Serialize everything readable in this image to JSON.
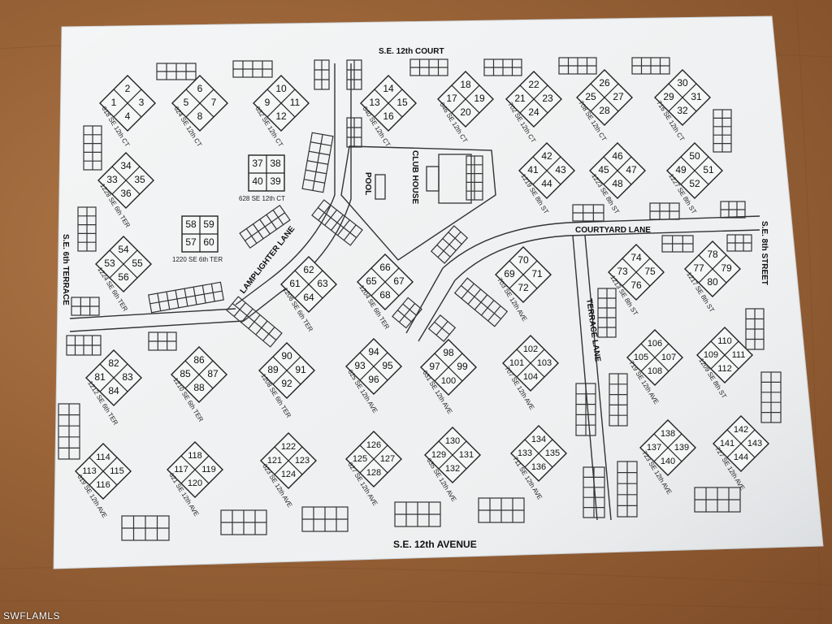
{
  "watermark": "SWFLAMLS",
  "streets": {
    "top": "S.E. 12th COURT",
    "bottom": "S.E. 12th AVENUE",
    "left": "S.E. 6th TERRACE",
    "right": "S.E. 8th STREET",
    "lamplighter": "LAMPLIGHTER LANE",
    "courtyard": "COURTYARD LANE",
    "terrace": "TERRACE LANE"
  },
  "amenities": {
    "club_house": "CLUB HOUSE",
    "pool": "POOL"
  },
  "buildings": [
    {
      "label": "618 SE 12th CT",
      "units": [
        "2",
        "1",
        "3",
        "4"
      ]
    },
    {
      "label": "624 SE 12th CT",
      "units": [
        "6",
        "5",
        "7",
        "8"
      ]
    },
    {
      "label": "632 SE 12th CT",
      "units": [
        "10",
        "9",
        "11",
        "12"
      ]
    },
    {
      "label": "640 SE 12th CT",
      "units": [
        "14",
        "13",
        "15",
        "16"
      ]
    },
    {
      "label": "646 SE 12th CT",
      "units": [
        "18",
        "17",
        "19",
        "20"
      ]
    },
    {
      "label": "702 SE 12th CT",
      "units": [
        "22",
        "21",
        "23",
        "24"
      ]
    },
    {
      "label": "708 SE 12th CT",
      "units": [
        "26",
        "25",
        "27",
        "28"
      ]
    },
    {
      "label": "716 SE 12th CT",
      "units": [
        "30",
        "29",
        "31",
        "32"
      ]
    },
    {
      "label": "1228 SE 6th TER",
      "units": [
        "34",
        "33",
        "35",
        "36"
      ]
    },
    {
      "label": "628 SE 12th CT",
      "units": [
        "37",
        "38",
        "40",
        "39"
      ]
    },
    {
      "label": "1219 SE 8th ST",
      "units": [
        "42",
        "41",
        "43",
        "44"
      ]
    },
    {
      "label": "1223 SE 8th ST",
      "units": [
        "46",
        "45",
        "47",
        "48"
      ]
    },
    {
      "label": "1227 SE 8th ST",
      "units": [
        "50",
        "49",
        "51",
        "52"
      ]
    },
    {
      "label": "1224 SE 6th TER",
      "units": [
        "54",
        "53",
        "55",
        "56"
      ]
    },
    {
      "label": "1220 SE 6th TER",
      "units": [
        "58",
        "59",
        "57",
        "60"
      ]
    },
    {
      "label": "1206 SE 6th TER",
      "units": [
        "62",
        "61",
        "63",
        "64"
      ]
    },
    {
      "label": "1204 SE 6th TER",
      "units": [
        "66",
        "65",
        "67",
        "68"
      ]
    },
    {
      "label": "703 SE 12th AVE",
      "units": [
        "70",
        "69",
        "71",
        "72"
      ]
    },
    {
      "label": "1213 SE 8th ST",
      "units": [
        "74",
        "73",
        "75",
        "76"
      ]
    },
    {
      "label": "1217 SE 8th ST",
      "units": [
        "78",
        "77",
        "79",
        "80"
      ]
    },
    {
      "label": "1212 SE 6th TER",
      "units": [
        "82",
        "81",
        "83",
        "84"
      ]
    },
    {
      "label": "1210 SE 6th TER",
      "units": [
        "86",
        "85",
        "87",
        "88"
      ]
    },
    {
      "label": "1208 SE 6th TER",
      "units": [
        "90",
        "89",
        "91",
        "92"
      ]
    },
    {
      "label": "625 SE 12th AVE",
      "units": [
        "94",
        "93",
        "95",
        "96"
      ]
    },
    {
      "label": "631 SE 12th AVE",
      "units": [
        "98",
        "97",
        "99",
        "100"
      ]
    },
    {
      "label": "707 SE 12th AVE",
      "units": [
        "102",
        "101",
        "103",
        "104"
      ]
    },
    {
      "label": "719 SE 12th AVE",
      "units": [
        "106",
        "105",
        "107",
        "108"
      ]
    },
    {
      "label": "1209 SE 8th ST",
      "units": [
        "110",
        "109",
        "111",
        "112"
      ]
    },
    {
      "label": "619 SE 12th AVE",
      "units": [
        "114",
        "113",
        "115",
        "116"
      ]
    },
    {
      "label": "621 SE 12th AVE",
      "units": [
        "118",
        "117",
        "119",
        "120"
      ]
    },
    {
      "label": "623 SE 12th AVE",
      "units": [
        "122",
        "121",
        "123",
        "124"
      ]
    },
    {
      "label": "627 SE 12th AVE",
      "units": [
        "126",
        "125",
        "127",
        "128"
      ]
    },
    {
      "label": "635 SE 12th AVE",
      "units": [
        "130",
        "129",
        "131",
        "132"
      ]
    },
    {
      "label": "711 SE 12th AVE",
      "units": [
        "134",
        "133",
        "135",
        "136"
      ]
    },
    {
      "label": "723 SE 12th AVE",
      "units": [
        "138",
        "137",
        "139",
        "140"
      ]
    },
    {
      "label": "727 SE 12th AVE",
      "units": [
        "142",
        "141",
        "143",
        "144"
      ]
    }
  ]
}
